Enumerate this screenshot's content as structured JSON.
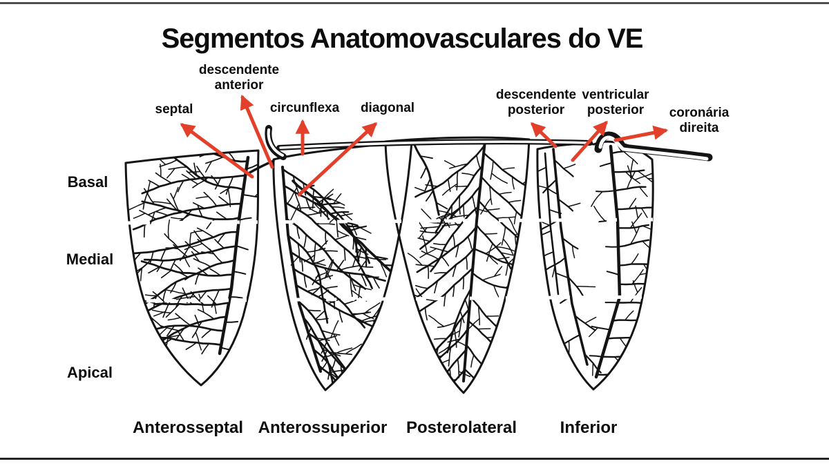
{
  "title": "Segmentos Anatomovasculares do VE",
  "artery_labels": {
    "septal": "septal",
    "descendente_anterior": "descendente\nanterior",
    "circunflexa": "circunflexa",
    "diagonal": "diagonal",
    "descendente_posterior": "descendente\nposterior",
    "ventricular_posterior": "ventricular\nposterior",
    "coronaria_direita": "coronária\ndireita"
  },
  "level_labels": {
    "basal": "Basal",
    "medial": "Medial",
    "apical": "Apical"
  },
  "segment_labels": {
    "anterosseptal": "Anterosseptal",
    "anterossuperior": "Anterossuperior",
    "posterolateral": "Posterolateral",
    "inferior": "Inferior"
  },
  "colors": {
    "arrow": "#e2402b",
    "ink": "#141414",
    "background": "#ffffff"
  }
}
